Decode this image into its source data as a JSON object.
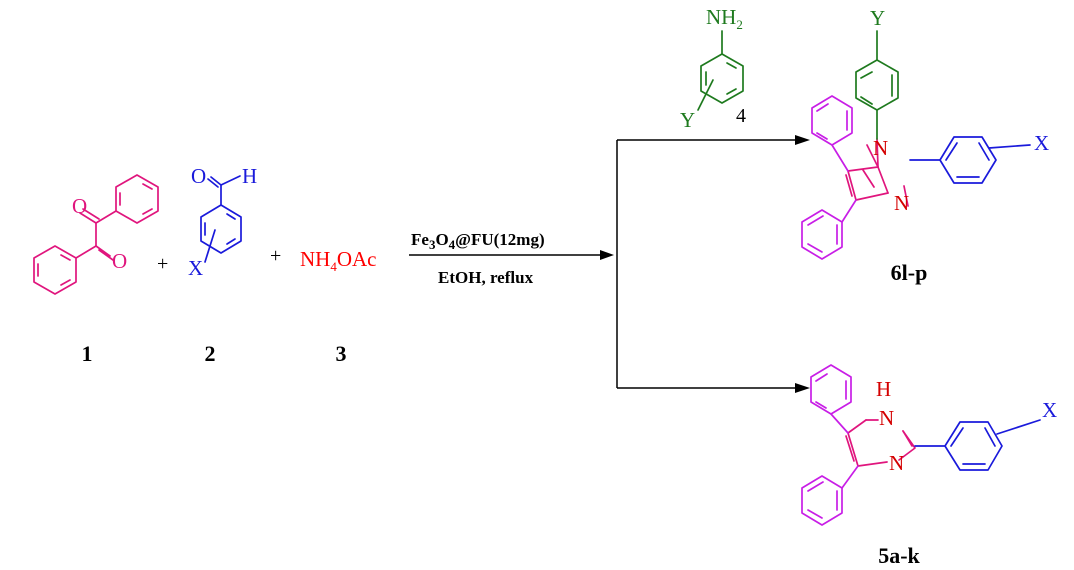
{
  "colors": {
    "benzil": "#e0157d",
    "aldehyde": "#1a1adb",
    "ammonium": "#ff0000",
    "amine": "#1e7a1e",
    "imidazole_ring": "#e0157d",
    "imidazole_n": "#d40000",
    "phenyl": "#c81ee6",
    "arrow": "#000000"
  },
  "compound_1": {
    "label": "1",
    "o_top": "O",
    "o_bottom": "O"
  },
  "compound_2": {
    "label": "2",
    "o": "O",
    "h": "H",
    "sub": "X"
  },
  "compound_3": {
    "label": "3",
    "formula_a": "NH",
    "formula_sub": "4",
    "formula_b": "OAc"
  },
  "plus_signs": [
    "+",
    "+"
  ],
  "conditions": {
    "catalyst_a": "Fe",
    "catalyst_sub1": "3",
    "catalyst_b": "O",
    "catalyst_sub2": "4",
    "catalyst_c": "@FU(12mg)",
    "solvent": "EtOH, reflux"
  },
  "compound_4": {
    "label": "4",
    "n": "NH",
    "n_sub": "2",
    "sub": "Y"
  },
  "product_6": {
    "label": "6l-p",
    "n1": "N",
    "n3": "N",
    "sub_x": "X",
    "sub_y": "Y"
  },
  "product_5": {
    "label": "5a-k",
    "h": "H",
    "n1": "N",
    "n3": "N",
    "sub_x": "X"
  }
}
